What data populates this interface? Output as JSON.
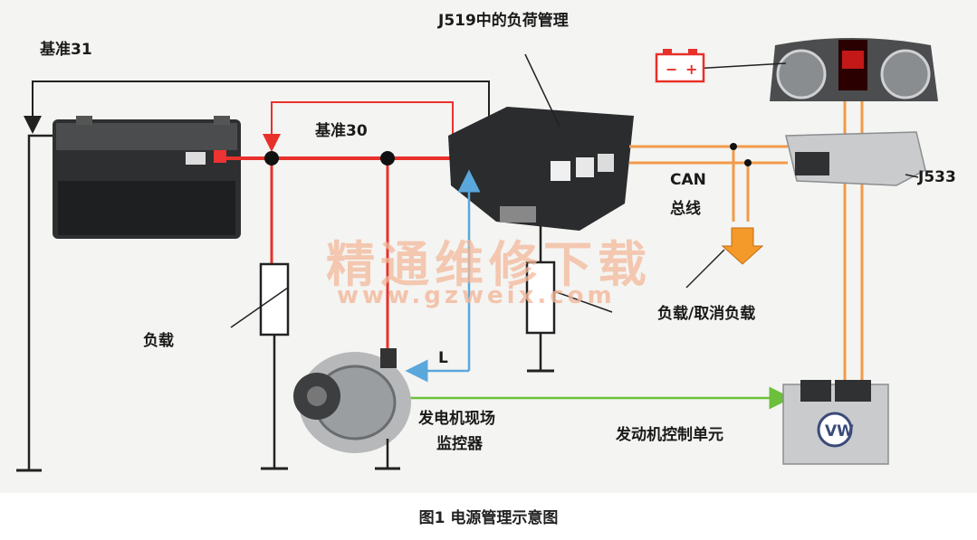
{
  "diagram": {
    "labels": {
      "ref31": "基准31",
      "ref30": "基准30",
      "j519": "J519中的负荷管理",
      "can_bus_line1": "CAN",
      "can_bus_line2": "总线",
      "j533": "J533",
      "load": "负载",
      "load_shed": "负载/取消负载",
      "l_line": "L",
      "monitor_line1": "发电机现场",
      "monitor_line2": "监控器",
      "ecu": "发动机控制单元"
    },
    "watermark": {
      "line1": "精通维修下载",
      "line2": "www.gzweix.com"
    },
    "caption": "图1 电源管理示意图",
    "colors": {
      "positive_wire": "#e8312a",
      "can_wire": "#f29a4a",
      "l_wire": "#5aa7dc",
      "green_wire": "#6bbf3a",
      "ground_wire": "#222222"
    }
  }
}
